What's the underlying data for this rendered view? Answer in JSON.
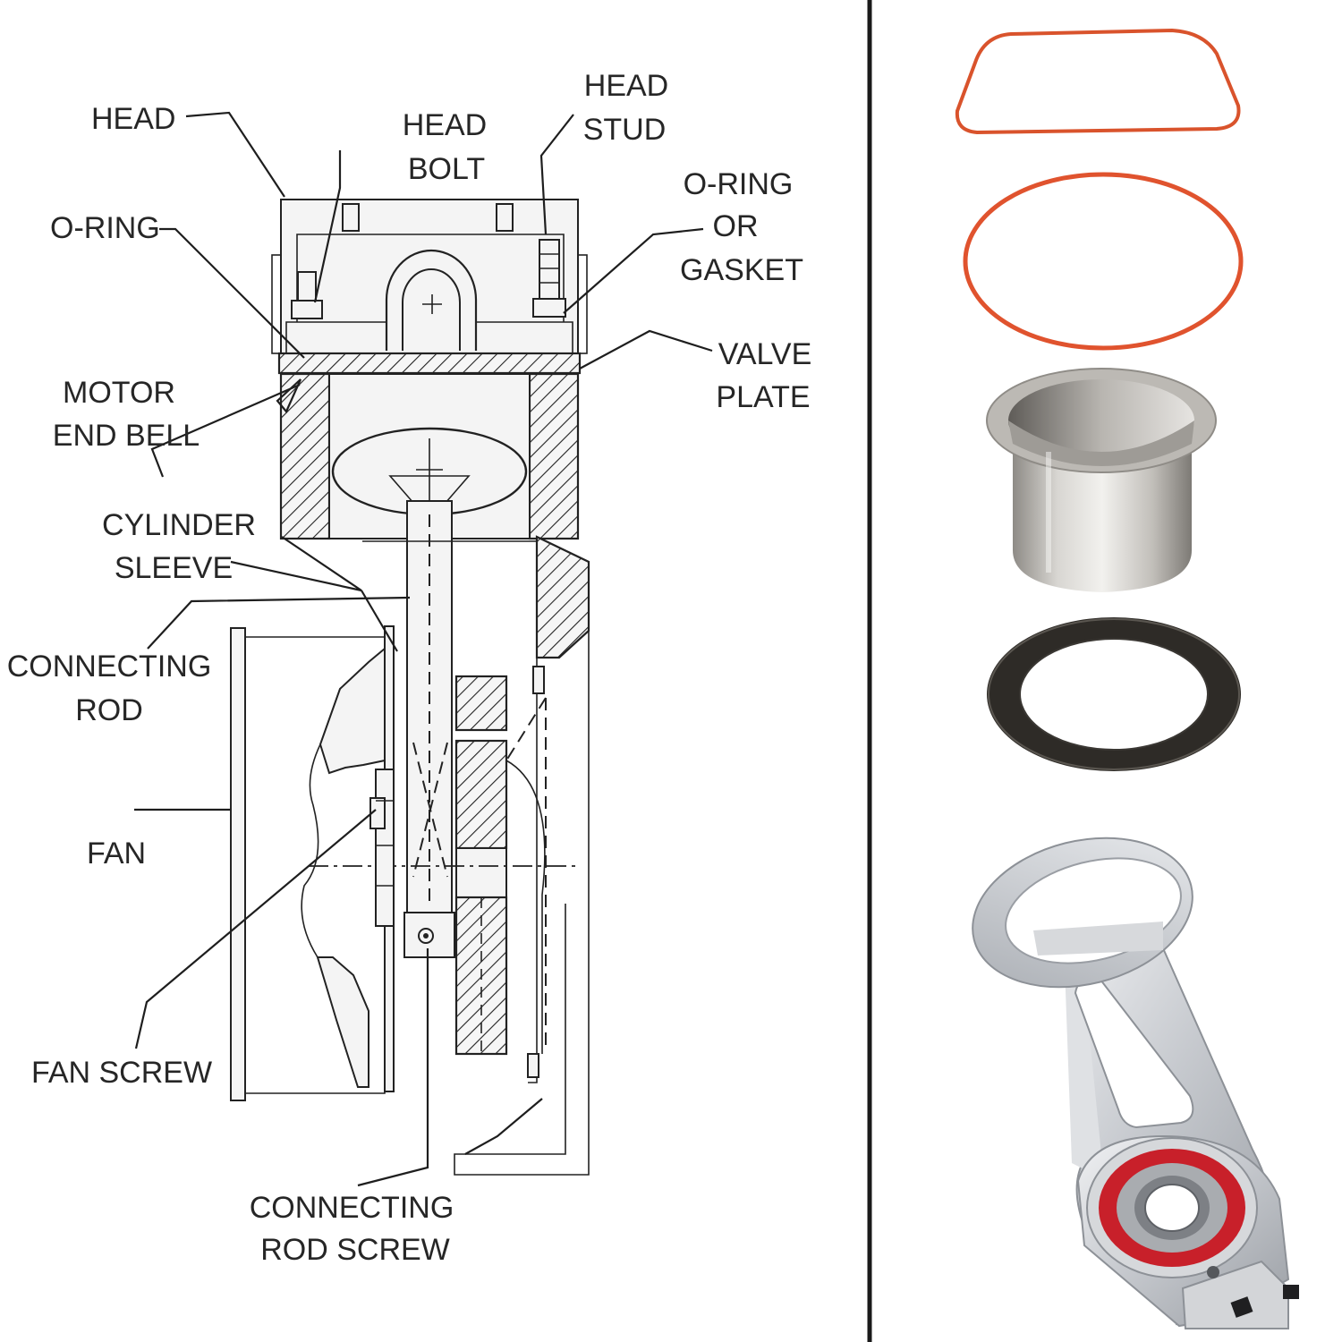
{
  "labels": {
    "head": "HEAD",
    "head_bolt": [
      "HEAD",
      "BOLT"
    ],
    "head_stud": [
      "HEAD",
      "STUD"
    ],
    "o_ring": "O-RING",
    "o_ring_or_gasket": [
      "O-RING",
      "OR",
      "GASKET"
    ],
    "valve_plate": [
      "VALVE",
      "PLATE"
    ],
    "motor_end_bell": [
      "MOTOR",
      "END BELL"
    ],
    "cylinder_sleeve": [
      "CYLINDER",
      "SLEEVE"
    ],
    "connecting_rod": [
      "CONNECTING",
      "ROD"
    ],
    "fan": "FAN",
    "fan_screw": "FAN SCREW",
    "connecting_rod_screw": [
      "CONNECTING",
      "ROD SCREW"
    ],
    "piston_mark": "+"
  },
  "parts_photos": [
    {
      "name": "head-o-ring",
      "color": "#d9532c"
    },
    {
      "name": "o-ring",
      "color": "#e0532e"
    },
    {
      "name": "cylinder-sleeve",
      "color": "#b9b6b0"
    },
    {
      "name": "gasket",
      "color": "#2e2b27"
    },
    {
      "name": "connecting-rod",
      "color": "#c9ccd0",
      "bearing_seal_color": "#c8202a"
    }
  ],
  "colors": {
    "divider": "#1a1a1a",
    "text": "#262626",
    "hatch": "#222222"
  }
}
